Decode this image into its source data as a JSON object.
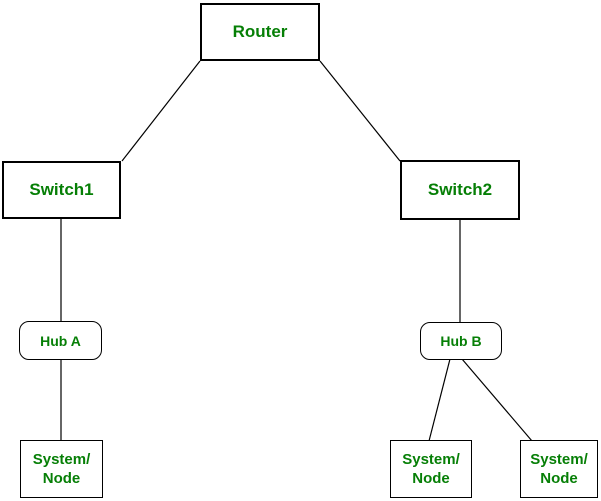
{
  "colors": {
    "label_green": "#067f06",
    "line_black": "#000000",
    "background_white": "#ffffff"
  },
  "nodes": {
    "router": {
      "label": "Router"
    },
    "switch1": {
      "label": "Switch1"
    },
    "switch2": {
      "label": "Switch2"
    },
    "hub_a": {
      "label": "Hub A"
    },
    "hub_b": {
      "label": "Hub B"
    },
    "system_node_left": {
      "label": "System/\nNode"
    },
    "system_node_middle": {
      "label": "System/\nNode"
    },
    "system_node_right": {
      "label": "System/\nNode"
    }
  },
  "edges": [
    {
      "from": "router",
      "to": "switch1"
    },
    {
      "from": "router",
      "to": "switch2"
    },
    {
      "from": "switch1",
      "to": "hub_a"
    },
    {
      "from": "hub_a",
      "to": "system_node_left"
    },
    {
      "from": "switch2",
      "to": "hub_b"
    },
    {
      "from": "hub_b",
      "to": "system_node_middle"
    },
    {
      "from": "hub_b",
      "to": "system_node_right"
    }
  ]
}
